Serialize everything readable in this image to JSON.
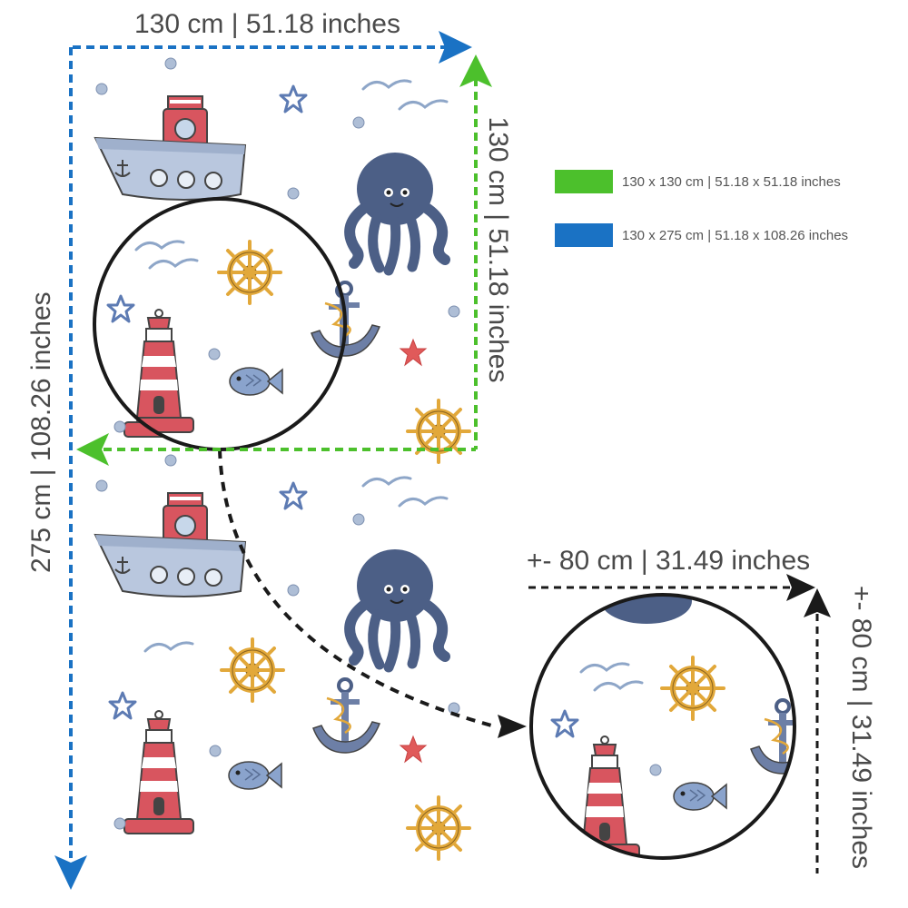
{
  "dimensions": {
    "top_width": "130 cm | 51.18 inches",
    "square_height": "130 cm | 51.18 inches",
    "full_height": "275 cm | 108.26 inches",
    "zoom_width": "+- 80 cm | 31.49 inches",
    "zoom_height": "+- 80 cm | 31.49 inches"
  },
  "legend": [
    {
      "label": "130 x 130 cm | 51.18 x 51.18 inches",
      "color": "#4cc02c"
    },
    {
      "label": "130 x 275 cm | 51.18 x 108.26 inches",
      "color": "#1a72c4"
    }
  ],
  "colors": {
    "blue_dimension": "#1a72c4",
    "green_dimension": "#4cc02c",
    "black_dimension": "#1a1a1a",
    "text": "#4a4a4a"
  },
  "pattern_icons": [
    "boat-icon",
    "octopus-icon",
    "ship-wheel-icon",
    "anchor-icon",
    "lighthouse-icon",
    "fish-icon",
    "starfish-icon",
    "seagull-icon",
    "bubble-icon"
  ]
}
